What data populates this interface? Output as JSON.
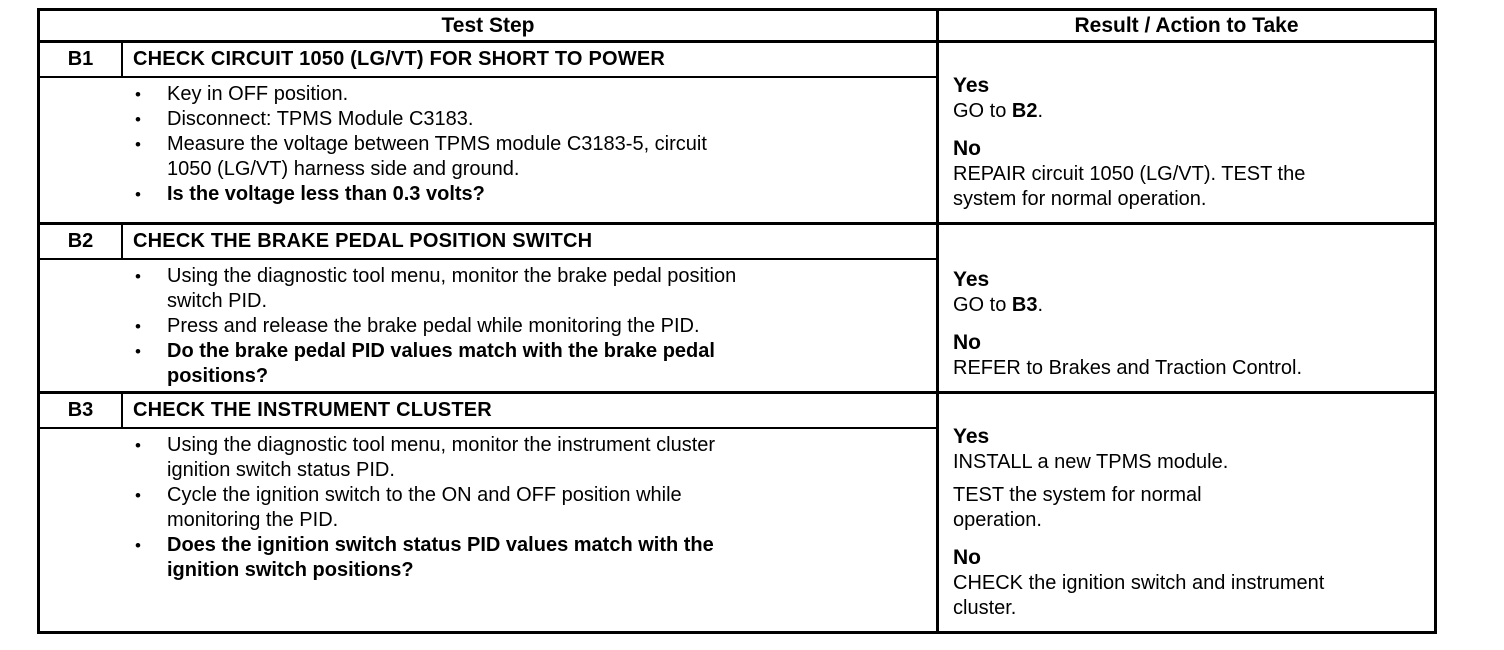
{
  "header": {
    "test_step_label": "Test Step",
    "result_label": "Result / Action to Take"
  },
  "bullet_glyph": "•",
  "colors": {
    "ink": "#000000",
    "paper": "#ffffff"
  },
  "blocks": [
    {
      "id": "B1",
      "title": "CHECK CIRCUIT 1050 (LG/VT) FOR SHORT TO POWER",
      "steps": [
        {
          "text": "Key in OFF position."
        },
        {
          "text": "Disconnect: TPMS Module C3183."
        },
        {
          "text": "Measure the voltage between TPMS module C3183-5, circuit\n1050 (LG/VT) harness side and ground."
        },
        {
          "text": "Is the voltage less than 0.3 volts?"
        }
      ],
      "result": {
        "yes_label": "Yes",
        "go_prefix": "GO to ",
        "go_target": "B2",
        "go_suffix": ".",
        "no_label": "No",
        "no_action": "REPAIR circuit 1050 (LG/VT). TEST the\nsystem for normal operation."
      }
    },
    {
      "id": "B2",
      "title": "CHECK THE BRAKE PEDAL POSITION SWITCH",
      "steps": [
        {
          "text": "Using the diagnostic tool menu, monitor the brake pedal position\nswitch PID."
        },
        {
          "text": "Press and release the brake pedal while monitoring the PID."
        },
        {
          "text": "Do the brake pedal PID values match with the brake pedal\npositions?"
        }
      ],
      "result": {
        "yes_label": "Yes",
        "go_prefix": "GO to ",
        "go_target": "B3",
        "go_suffix": ".",
        "no_label": "No",
        "no_action": "REFER to Brakes and Traction Control."
      }
    },
    {
      "id": "B3",
      "title": "CHECK THE INSTRUMENT CLUSTER",
      "steps": [
        {
          "text": "Using the diagnostic tool menu, monitor the instrument cluster\nignition switch status PID."
        },
        {
          "text": "Cycle the ignition switch to the ON and OFF position while\nmonitoring the PID."
        },
        {
          "text": "Does the ignition switch status PID values match with the\nignition switch positions?"
        }
      ],
      "result": {
        "yes_label": "Yes",
        "yes_action_1": "INSTALL a new TPMS module.",
        "yes_action_2": "TEST the system for normal\noperation.",
        "no_label": "No",
        "no_action": "CHECK the ignition switch and instrument\ncluster."
      }
    }
  ]
}
